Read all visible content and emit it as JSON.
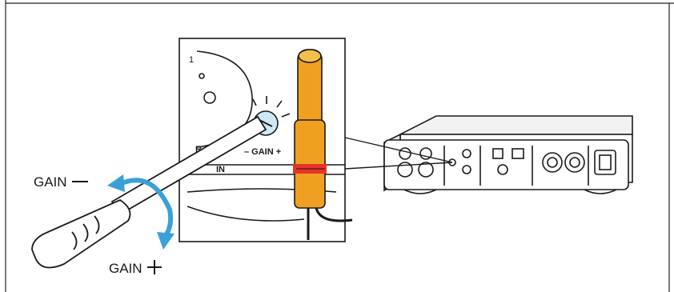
{
  "labels": {
    "gain_minus": "GAIN",
    "gain_plus": "GAIN",
    "detail_gain": "– GAIN +",
    "detail_channel": "R",
    "detail_in": "IN",
    "detail_connector_pin": "1"
  },
  "icons": {
    "minus": "minus-icon",
    "plus": "plus-icon",
    "rotate": "rotate-arrow-icon"
  },
  "colors": {
    "accent_blue": "#3aa0d8",
    "plug_orange": "#f0a020",
    "warning_red": "#e8332a",
    "outline": "#1a1a1a"
  }
}
